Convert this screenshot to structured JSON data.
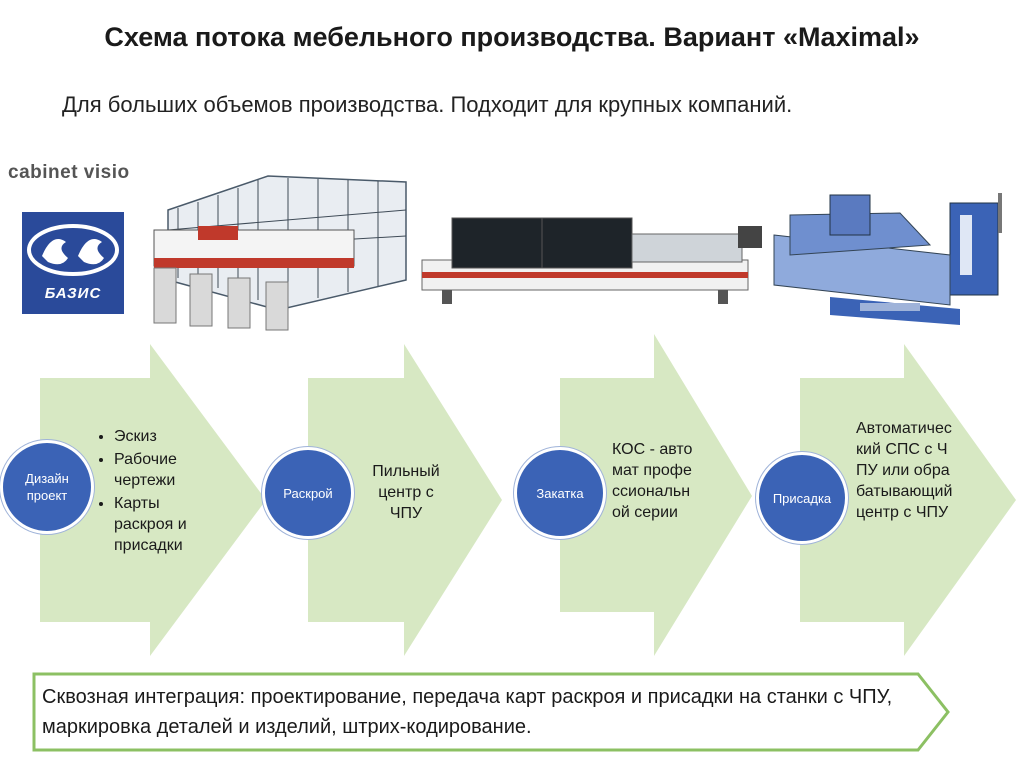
{
  "title": "Схема потока мебельного производства. Вариант «Maximal»",
  "subtitle": "Для больших объемов производства. Подходит для крупных компаний.",
  "logos": {
    "cabinet_vision": "cabinet visio",
    "bazis": "БАЗИС"
  },
  "stages": [
    {
      "label": "Дизайн проект",
      "bullets": [
        "Эскиз",
        "Рабочие чертежи",
        "Карты раскроя и присадки"
      ]
    },
    {
      "label": "Раскрой",
      "description": "Пильный центр с ЧПУ"
    },
    {
      "label": "Закатка",
      "description": "КОС - автомат профессиональной серии"
    },
    {
      "label": "Присадка",
      "description": "Автоматический СПС с ЧПУ или обрабатывающий центр с ЧПУ"
    }
  ],
  "bottom_note": "Сквозная интеграция: проектирование, передача карт раскроя и присадки на станки с ЧПУ, маркировка деталей и изделий, штрих-кодирование.",
  "colors": {
    "arrow_fill": "#d7e8c3",
    "circle_fill": "#3b63b6",
    "bazis_blue": "#2a4a9a"
  }
}
